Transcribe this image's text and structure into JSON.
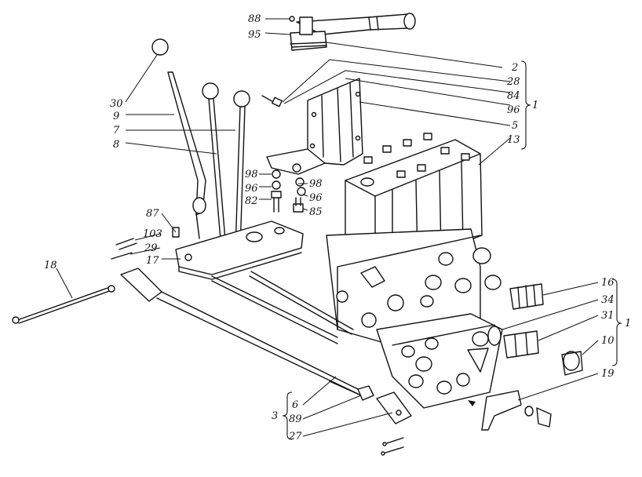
{
  "labels": {
    "l88": "88",
    "l95": "95",
    "l2": "2",
    "l28": "28",
    "l84": "84",
    "l96a": "96",
    "l5": "5",
    "l13": "13",
    "l1a": "1",
    "l30": "30",
    "l9": "9",
    "l7": "7",
    "l8": "8",
    "l98a": "98",
    "l96b": "96",
    "l82": "82",
    "l98b": "98",
    "l96c": "96",
    "l85": "85",
    "l87": "87",
    "l103": "103",
    "l29": "29",
    "l17": "17",
    "l18": "18",
    "l16": "16",
    "l34": "34",
    "l31": "31",
    "l10": "10",
    "l19": "19",
    "l1b": "1",
    "l3": "3",
    "l6": "6",
    "l89": "89",
    "l27": "27"
  }
}
